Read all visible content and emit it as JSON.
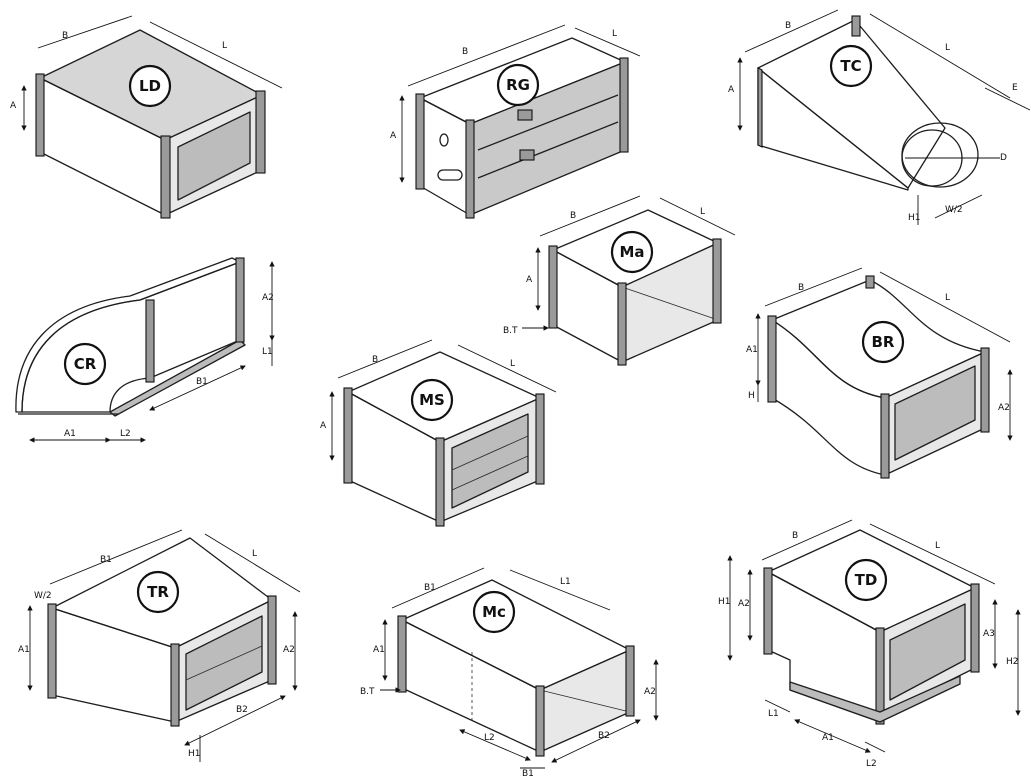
{
  "items": [
    {
      "code": "LD",
      "dims": [
        "B",
        "L",
        "A"
      ]
    },
    {
      "code": "RG",
      "dims": [
        "B",
        "L",
        "A"
      ]
    },
    {
      "code": "TC",
      "dims": [
        "B",
        "L",
        "A",
        "E",
        "D",
        "H1",
        "W/2"
      ]
    },
    {
      "code": "Ma",
      "dims": [
        "B",
        "L",
        "A",
        "B.T"
      ]
    },
    {
      "code": "CR",
      "dims": [
        "A2",
        "L1",
        "B1",
        "A1",
        "L2"
      ]
    },
    {
      "code": "BR",
      "dims": [
        "B",
        "L",
        "A1",
        "H",
        "A2"
      ]
    },
    {
      "code": "MS",
      "dims": [
        "B",
        "L",
        "A"
      ]
    },
    {
      "code": "TR",
      "dims": [
        "B1",
        "L",
        "W/2",
        "A1",
        "A2",
        "B2",
        "H1"
      ]
    },
    {
      "code": "Mc",
      "dims": [
        "B1",
        "L1",
        "A1",
        "B.T",
        "L2",
        "B2",
        "A2",
        "B1"
      ]
    },
    {
      "code": "TD",
      "dims": [
        "B",
        "L",
        "H1",
        "A2",
        "A3",
        "H2",
        "L1",
        "A1",
        "L2"
      ]
    }
  ]
}
